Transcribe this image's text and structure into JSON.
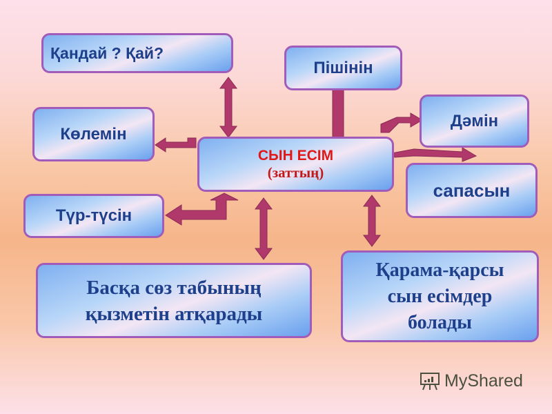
{
  "center": {
    "title": "СЫН ЕСІМ",
    "subtitle": "(заттың)"
  },
  "nodes": {
    "question": "Қандай ? Қай?",
    "shape": "Пішінін",
    "size": "Көлемін",
    "taste": "Дәмін",
    "quality": "сапасын",
    "color": "Түр-түсін",
    "other_role": "Басқа сөз табының қызметін атқарады",
    "antonyms": "Қарама-қарсы сын есімдер болады"
  },
  "watermark": "MyShared",
  "colors": {
    "arrow": "#b0386a",
    "border": "#a05cb8",
    "text": "#1e3f8a",
    "center_text": "#e01818"
  }
}
